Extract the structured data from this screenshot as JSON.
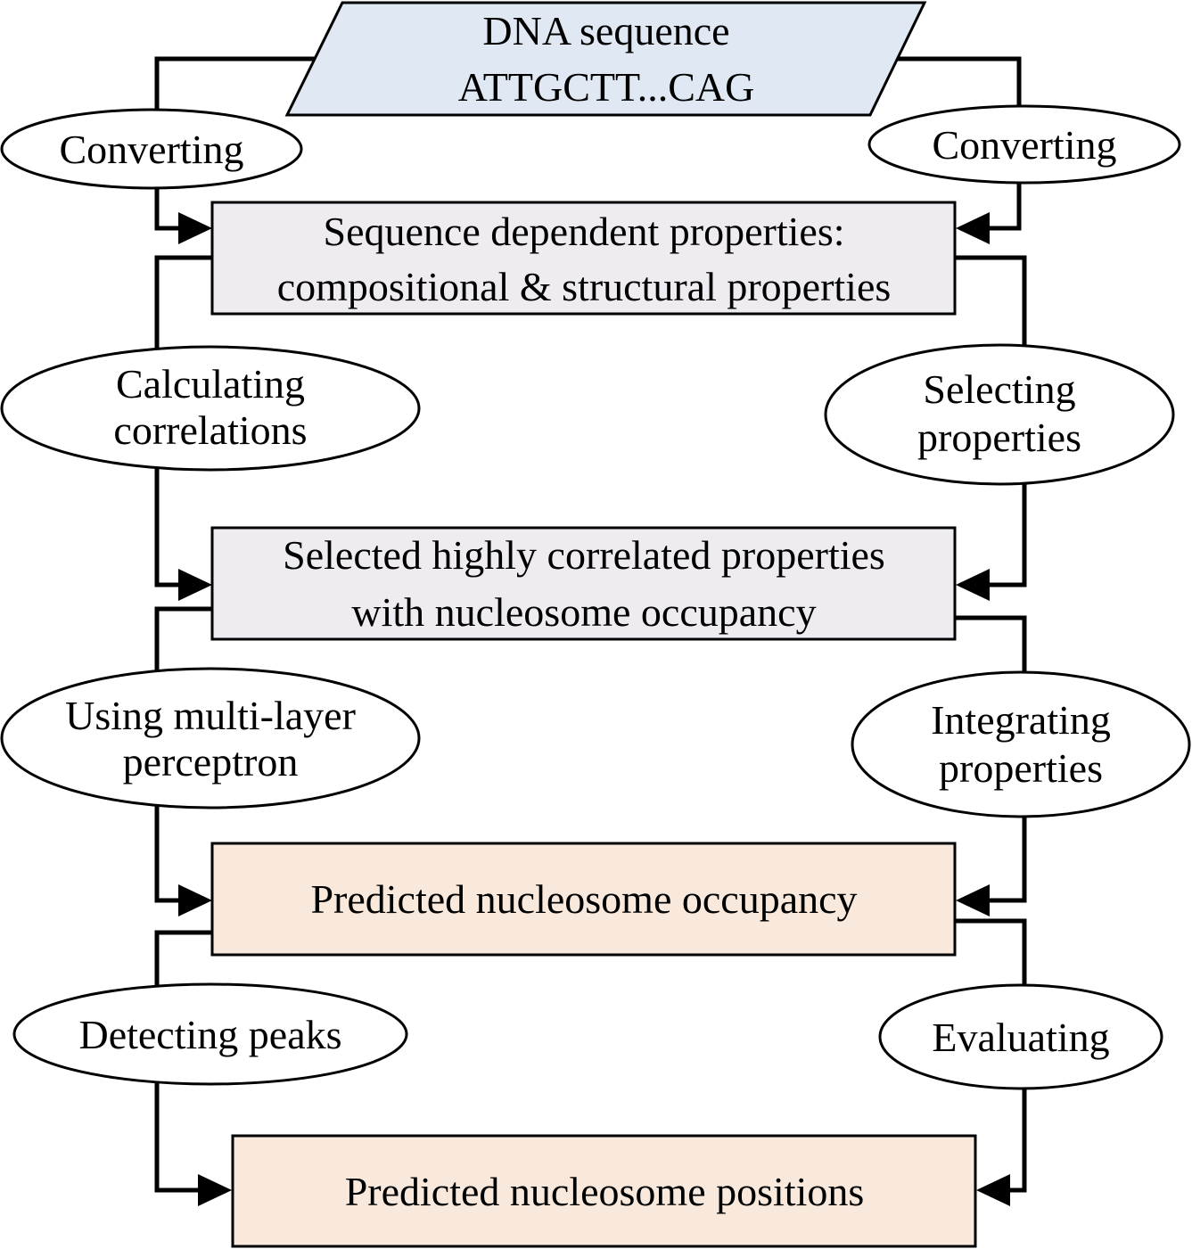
{
  "colors": {
    "input_fill": "#dfe8f3",
    "property_fill": "#eeebf1",
    "output_fill": "#f9e9dc",
    "stroke": "#000000",
    "background": "#ffffff"
  },
  "input": {
    "line1": "DNA sequence",
    "line2": "ATTGCTT...CAG"
  },
  "boxes": {
    "sequence_properties": {
      "line1": "Sequence dependent properties:",
      "line2": "compositional & structural properties"
    },
    "selected_properties": {
      "line1": "Selected highly correlated properties",
      "line2": "with nucleosome occupancy"
    },
    "predicted_occupancy": "Predicted nucleosome occupancy",
    "predicted_positions": "Predicted nucleosome positions"
  },
  "left_steps": {
    "converting": "Converting",
    "calculating": {
      "line1": "Calculating",
      "line2": "correlations"
    },
    "mlp": {
      "line1": "Using multi-layer",
      "line2": "perceptron"
    },
    "detecting": "Detecting peaks"
  },
  "right_steps": {
    "converting": "Converting",
    "selecting": {
      "line1": "Selecting",
      "line2": "properties"
    },
    "integrating": {
      "line1": "Integrating",
      "line2": "properties"
    },
    "evaluating": "Evaluating"
  }
}
